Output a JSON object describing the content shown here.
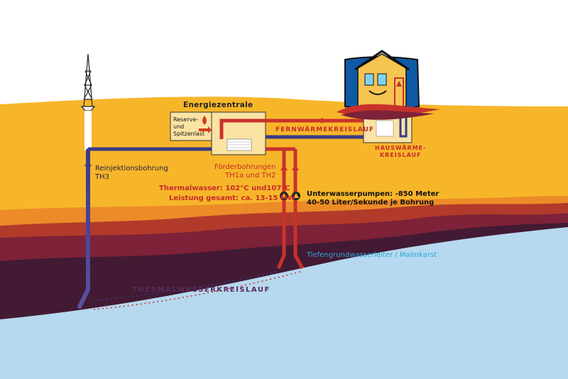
{
  "labels": {
    "energiezentrale": "Energiezentrale",
    "reserve": [
      "Reserve-",
      "und",
      "Spitzenlast"
    ],
    "fernwaerme": "FERNWÄRMEKREISLAUF",
    "hauswaerme": [
      "HAUSWÄRME-",
      "KREISLAUF"
    ],
    "reinjektion": [
      "Reinjektionsbohrung",
      "TH3"
    ],
    "foerder": [
      "Förderbohrungen",
      "TH1a und  TH2"
    ],
    "thermalwasser": "Thermalwasser: 102°C und107°C",
    "leistung": "Leistung gesamt: ca. 13-15 MW",
    "pumpen": [
      "Unterwasserpumpen: -850 Meter",
      "40-50 Liter/Sekunde je Bohrung"
    ],
    "aquifer": "Tiefengrundwasserleiter / Malmkarst",
    "thermalkreis": "THERMALWASSERKREISLAUF"
  },
  "colors": {
    "ground_yellow": "#f7b62a",
    "ground_orange": "#ec8b28",
    "ground_red": "#b23a2a",
    "ground_maroon": "#7d2238",
    "ground_dark": "#421a33",
    "aquifer_blue": "#b6d9ef",
    "pipe_red": "#c8322b",
    "pipe_blue": "#3a3a86",
    "box_fill": "#fbe3a3"
  },
  "icons": [
    "drill-tower-icon",
    "house-icon",
    "flame-icon",
    "pump-icon",
    "heat-exchanger-icon"
  ]
}
